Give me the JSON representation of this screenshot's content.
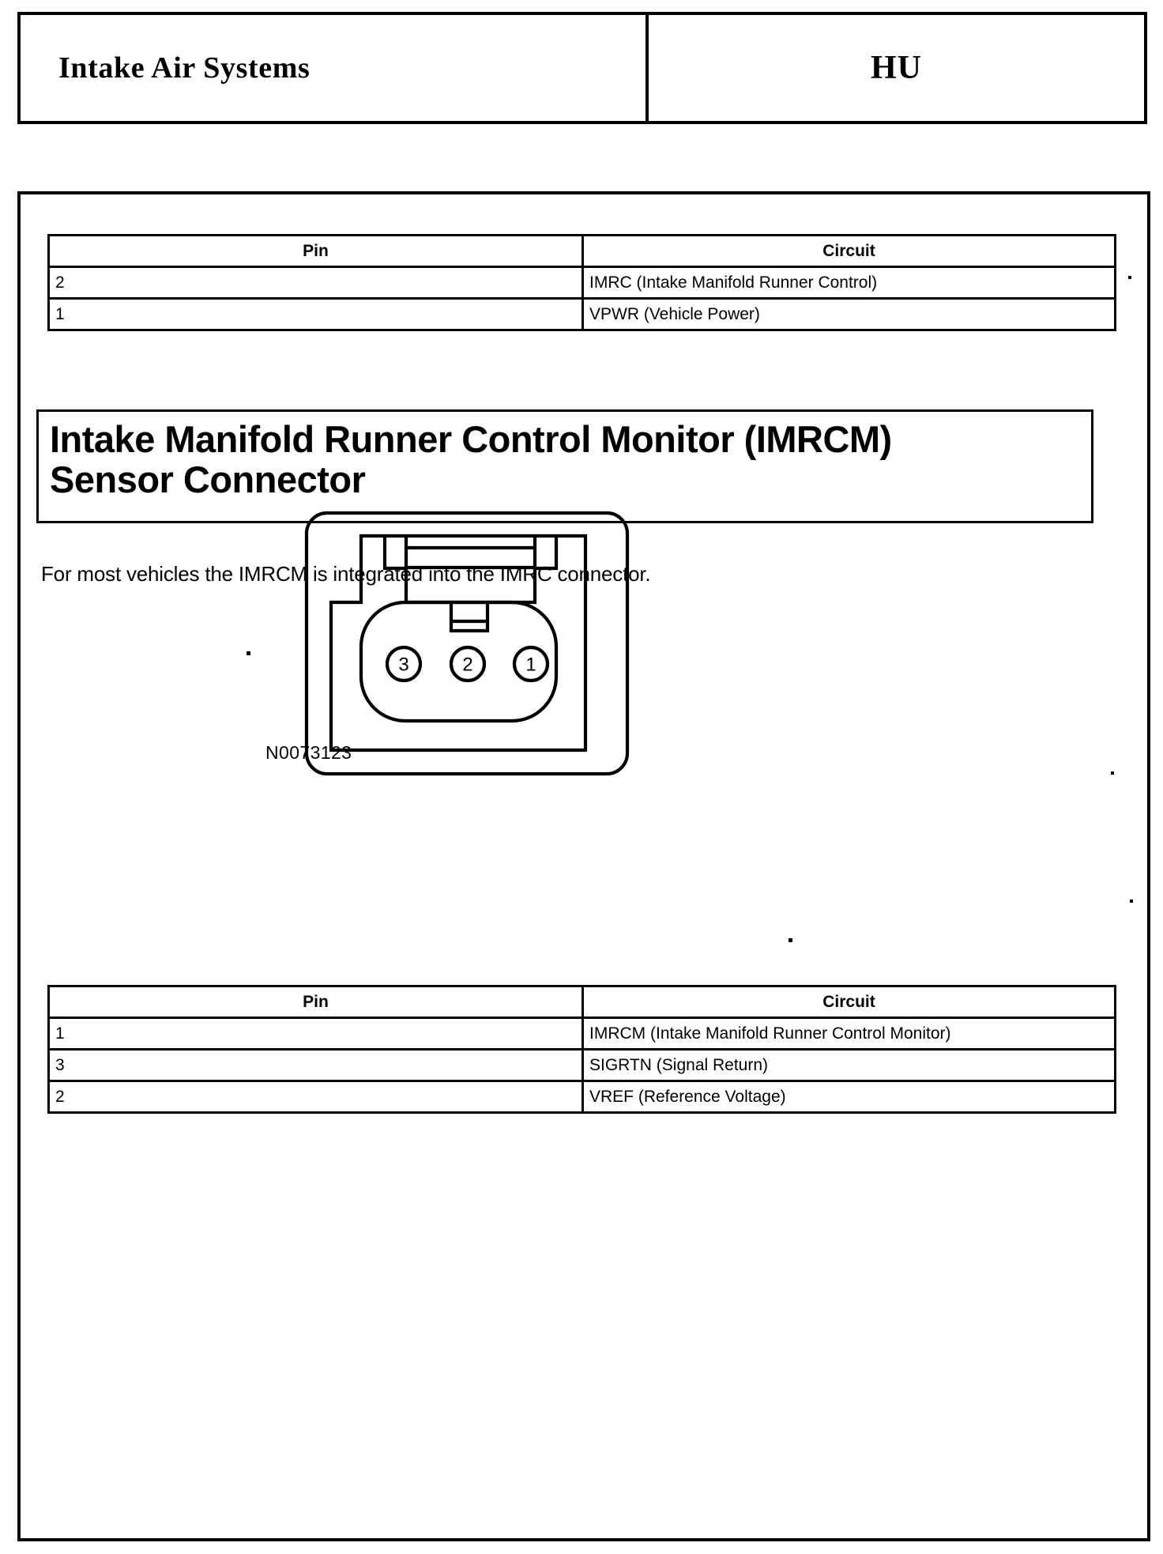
{
  "header": {
    "title": "Intake Air Systems",
    "code": "HU"
  },
  "tables": {
    "columns": [
      "Pin",
      "Circuit"
    ],
    "imrc_connector": {
      "rows": [
        {
          "pin": "2",
          "circuit": "IMRC (Intake Manifold Runner Control)"
        },
        {
          "pin": "1",
          "circuit": "VPWR (Vehicle Power)"
        }
      ]
    },
    "imrcm_connector": {
      "rows": [
        {
          "pin": "1",
          "circuit": "IMRCM (Intake Manifold Runner Control Monitor)"
        },
        {
          "pin": "3",
          "circuit": "SIGRTN (Signal Return)"
        },
        {
          "pin": "2",
          "circuit": "VREF (Reference Voltage)"
        }
      ]
    }
  },
  "section": {
    "title_line_1": "Intake Manifold Runner Control Monitor (IMRCM)",
    "title_line_2": "Sensor Connector",
    "note": "For most vehicles the IMRCM is integrated into the IMRC connector."
  },
  "figure": {
    "id": "N0073123",
    "pin_labels": [
      "3",
      "2",
      "1"
    ],
    "name": "imrcm-sensor-connector-face-view"
  },
  "colors": {
    "ink": "#000000",
    "paper": "#ffffff"
  }
}
